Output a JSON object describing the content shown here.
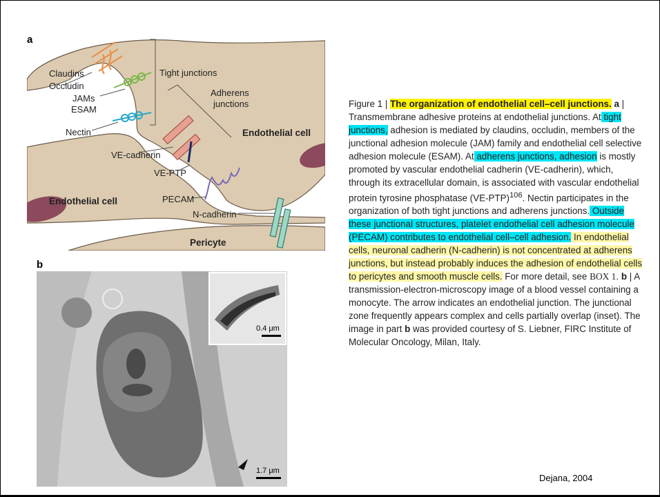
{
  "figure": {
    "panel_a_label": "a",
    "panel_b_label": "b",
    "diagram_labels": {
      "claudins": "Claudins",
      "occludin": "Occludin",
      "jams": "JAMs",
      "esam": "ESAM",
      "nectin": "Nectin",
      "ve_cadherin": "VE-cadherin",
      "ve_ptp": "VE-PTP",
      "pecam": "PECAM",
      "n_cadherin": "N-cadherin",
      "tight_junctions": "Tight junctions",
      "adherens": "Adherens",
      "junctions": "junctions",
      "endothelial_cell_right": "Endothelial cell",
      "endothelial_cell_left": "Endothelial cell",
      "pericyte": "Pericyte"
    },
    "scale_bar_inset": "0.4 μm",
    "scale_bar_main": "1.7 μm"
  },
  "caption": {
    "lead": "Figure 1 | ",
    "title": "The organization of endothelial cell–cell junctions.",
    "part_a_label": "a",
    "s1": " | Transmembrane adhesive proteins at endothelial junctions. At",
    "h1": " tight junctions,",
    "s2": " adhesion is mediated by claudins, occludin, members of the junctional adhesion molecule (JAM) family and endothelial cell selective adhesion molecule (ESAM). At",
    "h2": " adherens junctions, adhesion",
    "s3": " is mostly promoted by vascular endothelial cadherin (VE-cadherin), which, through its extracellular domain, is associated with vascular endothelial protein tyrosine phosphatase (VE-PTP)",
    "ref": "106",
    "s4": ". Nectin participates in the organization of both tight junctions and adherens junctions.",
    "h3": " Outside these junctional structures, platelet endothelial cell adhesion molecule (PECAM) contributes to endothelial cell–cell adhesion.",
    "h4": " In endothelial cells, neuronal cadherin (N-cadherin) is not concentrated at adherens junctions, but instead probably induces the adhesion of endothelial cells to pericytes and smooth muscle cells.",
    "s5": " For more detail, see ",
    "box": "BOX 1",
    "s6": ". ",
    "part_b_label": "b",
    "s7": " | A transmission-electron-microscopy image of a blood vessel containing a monocyte. The arrow indicates an endothelial junction. The junctional zone frequently appears complex and cells partially overlap (inset). The image in part ",
    "part_b_label2": "b",
    "s8": " was provided courtesy of S. Liebner, FIRC Institute of Molecular Oncology, Milan, Italy."
  },
  "citation": "Dejana, 2004",
  "colors": {
    "highlight_yellow": "#fff200",
    "highlight_light_yellow": "#fff7a8",
    "highlight_cyan": "#00e5f5",
    "cell_fill": "#dccbb0",
    "nucleus": "#8c4a5c"
  }
}
